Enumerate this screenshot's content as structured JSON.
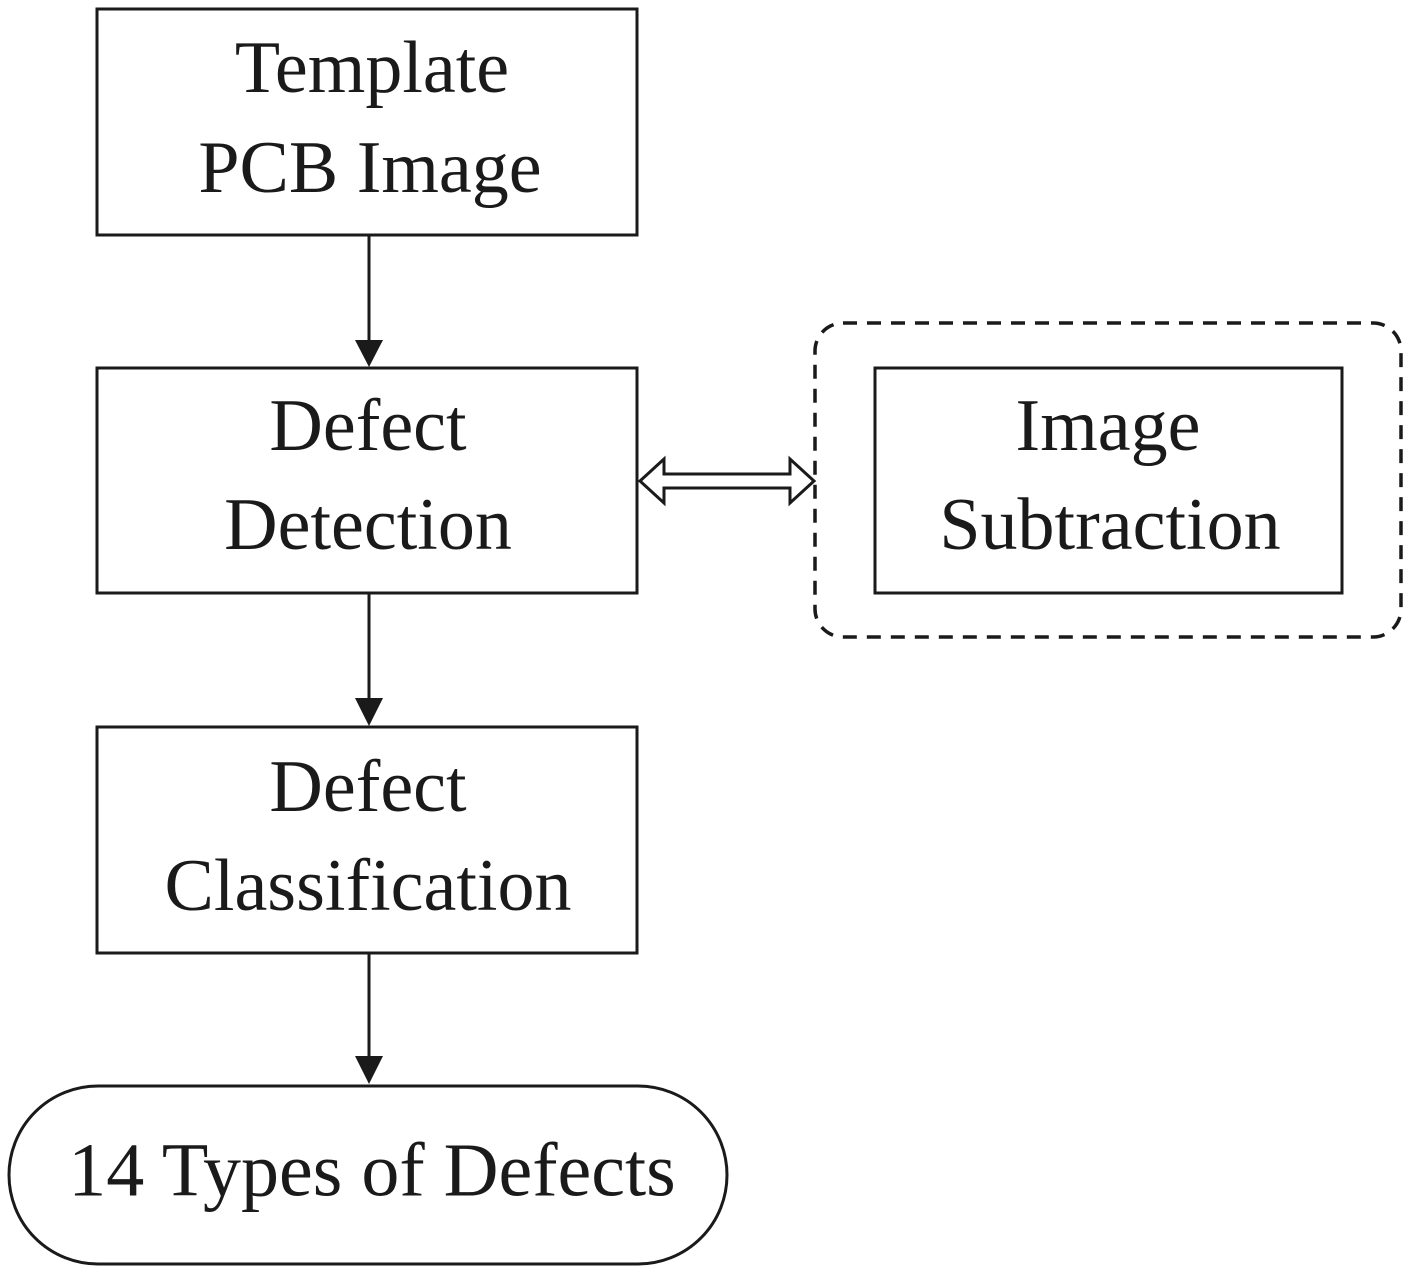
{
  "nodes": {
    "template": {
      "line1": "Template",
      "line2": "PCB Image"
    },
    "detection": {
      "line1": "Defect",
      "line2": "Detection"
    },
    "subtraction": {
      "line1": "Image",
      "line2": "Subtraction"
    },
    "classification": {
      "line1": "Defect",
      "line2": "Classification"
    },
    "output": {
      "label": "14 Types of Defects"
    }
  }
}
